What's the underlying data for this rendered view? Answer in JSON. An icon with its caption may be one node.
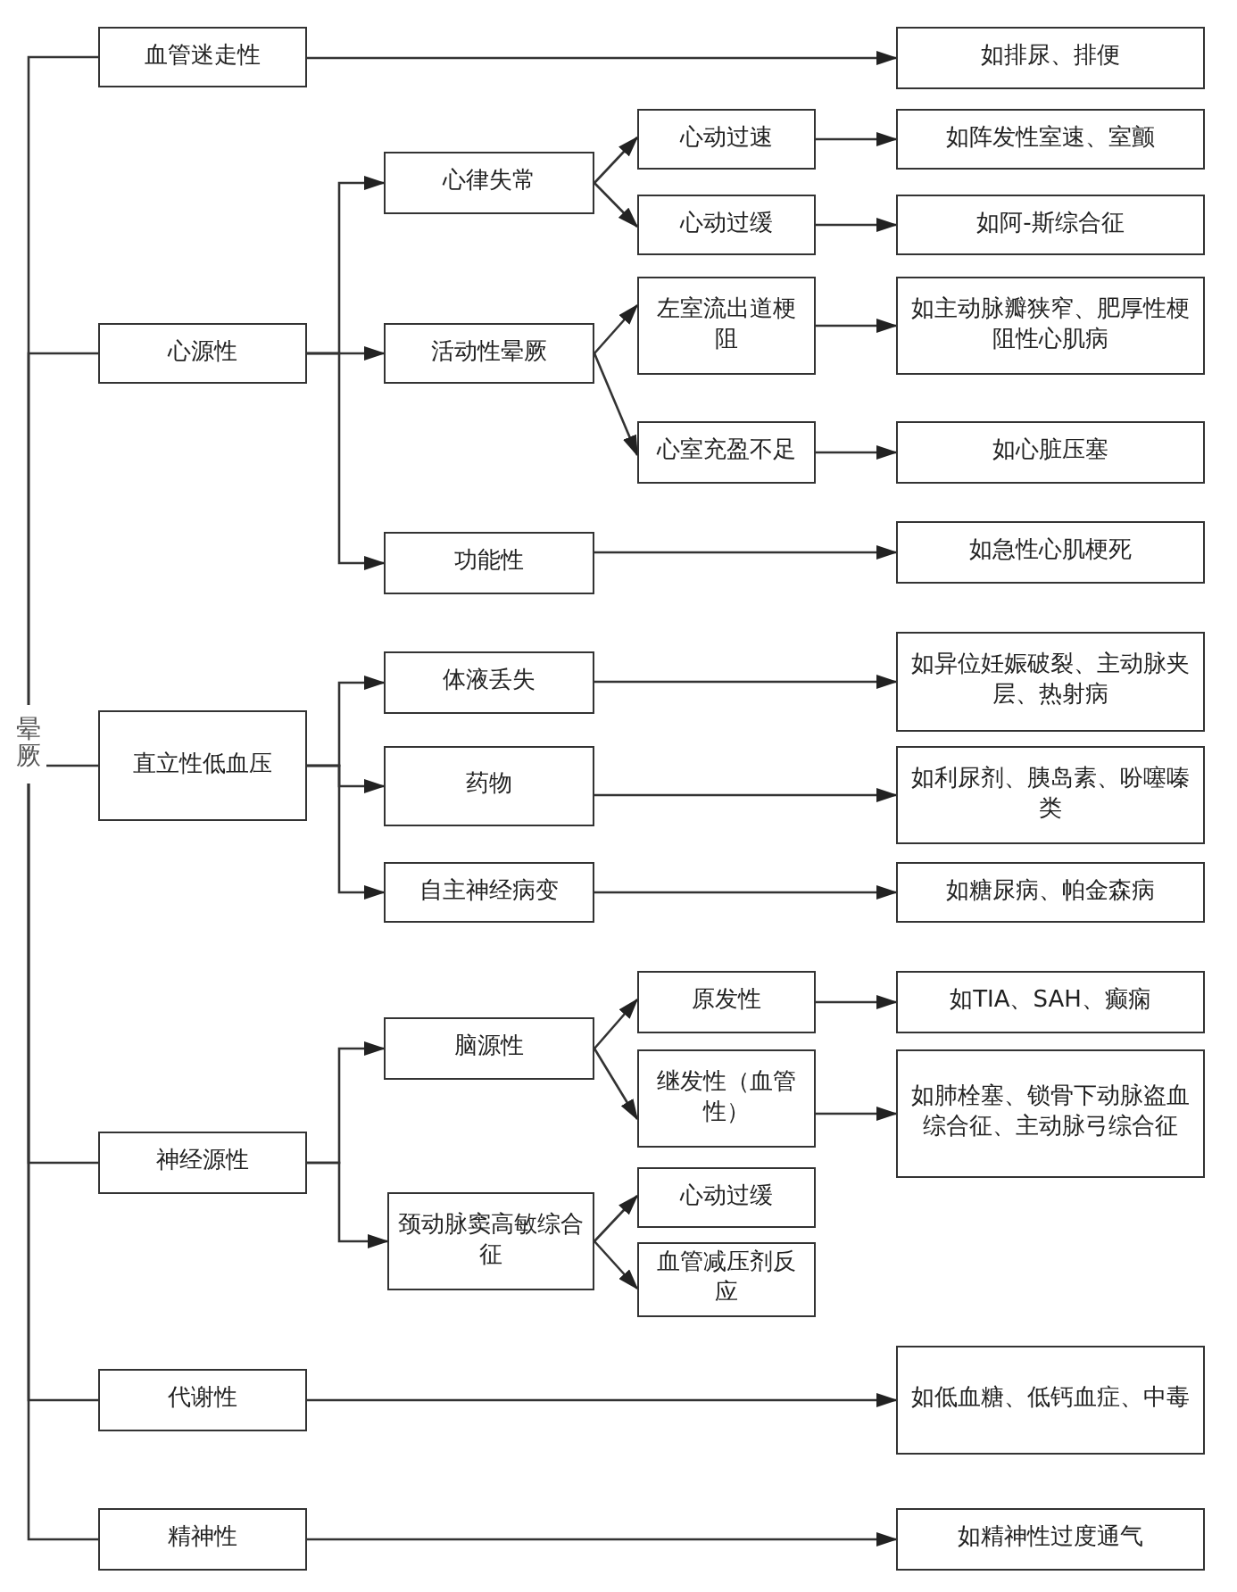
{
  "diagram": {
    "nodes": [
      {
        "text": [
          "晕厥"
        ]
      },
      {
        "text": [
          "血管迷走性"
        ]
      },
      {
        "text": [
          "如排尿、排便"
        ]
      },
      {
        "text": [
          "心源性"
        ]
      },
      {
        "text": [
          "心律失常"
        ]
      },
      {
        "text": [
          "心动过速"
        ]
      },
      {
        "text": [
          "如阵发性室速、室颤"
        ]
      },
      {
        "text": [
          "心动过缓"
        ]
      },
      {
        "text": [
          "如阿-斯综合征"
        ]
      },
      {
        "text": [
          "活动性晕厥"
        ]
      },
      {
        "text": [
          "左室流出道梗阻"
        ]
      },
      {
        "text": [
          "如主动脉瓣狭窄、肥厚性梗阻性心肌病"
        ]
      },
      {
        "text": [
          "心室充盈不足"
        ]
      },
      {
        "text": [
          "如心脏压塞"
        ]
      },
      {
        "text": [
          "功能性"
        ]
      },
      {
        "text": [
          "如急性心肌梗死"
        ]
      },
      {
        "text": [
          "直立性低血压"
        ]
      },
      {
        "text": [
          "体液丢失"
        ]
      },
      {
        "text": [
          "如异位妊娠破裂、主动脉夹层、热射病"
        ]
      },
      {
        "text": [
          "药物"
        ]
      },
      {
        "text": [
          "如利尿剂、胰岛素、吩噻嗪类"
        ]
      },
      {
        "text": [
          "自主神经病变"
        ]
      },
      {
        "text": [
          "如糖尿病、帕金森病"
        ]
      },
      {
        "text": [
          "神经源性"
        ]
      },
      {
        "text": [
          "脑源性"
        ]
      },
      {
        "text": [
          "原发性"
        ]
      },
      {
        "text": [
          "如TIA、SAH、癫痫"
        ]
      },
      {
        "text": [
          "继发性（血管性）"
        ]
      },
      {
        "text": [
          "如肺栓塞、锁骨下动脉盗血综合征、主动脉弓综合征"
        ]
      },
      {
        "text": [
          "颈动脉窦高敏综合征"
        ]
      },
      {
        "text": [
          "心动过缓"
        ]
      },
      {
        "text": [
          "血管减压剂反应"
        ]
      },
      {
        "text": [
          "代谢性"
        ]
      },
      {
        "text": [
          "如低血糖、低钙血症、中毒"
        ]
      },
      {
        "text": [
          "精神性"
        ]
      },
      {
        "text": [
          "如精神性过度通气"
        ]
      }
    ],
    "edges": [
      {
        "from": 0,
        "to": 1,
        "arrow": "none"
      },
      {
        "from": 0,
        "to": 3,
        "arrow": "none"
      },
      {
        "from": 0,
        "to": 16,
        "arrow": "none"
      },
      {
        "from": 0,
        "to": 23,
        "arrow": "none"
      },
      {
        "from": 0,
        "to": 32,
        "arrow": "none"
      },
      {
        "from": 0,
        "to": 34,
        "arrow": "none"
      },
      {
        "from": 1,
        "to": 2,
        "arrow": "to"
      },
      {
        "from": 3,
        "to": 4,
        "arrow": "to"
      },
      {
        "from": 3,
        "to": 9,
        "arrow": "to"
      },
      {
        "from": 3,
        "to": 14,
        "arrow": "to"
      },
      {
        "from": 4,
        "to": 5,
        "arrow": "to"
      },
      {
        "from": 4,
        "to": 7,
        "arrow": "to"
      },
      {
        "from": 5,
        "to": 6,
        "arrow": "to"
      },
      {
        "from": 7,
        "to": 8,
        "arrow": "to"
      },
      {
        "from": 9,
        "to": 10,
        "arrow": "to"
      },
      {
        "from": 9,
        "to": 12,
        "arrow": "to"
      },
      {
        "from": 10,
        "to": 11,
        "arrow": "to"
      },
      {
        "from": 12,
        "to": 13,
        "arrow": "to"
      },
      {
        "from": 14,
        "to": 15,
        "arrow": "to"
      },
      {
        "from": 16,
        "to": 17,
        "arrow": "to"
      },
      {
        "from": 16,
        "to": 19,
        "arrow": "to"
      },
      {
        "from": 16,
        "to": 21,
        "arrow": "to"
      },
      {
        "from": 17,
        "to": 18,
        "arrow": "to"
      },
      {
        "from": 19,
        "to": 20,
        "arrow": "to"
      },
      {
        "from": 21,
        "to": 22,
        "arrow": "to"
      },
      {
        "from": 23,
        "to": 24,
        "arrow": "to"
      },
      {
        "from": 23,
        "to": 29,
        "arrow": "to"
      },
      {
        "from": 24,
        "to": 25,
        "arrow": "to"
      },
      {
        "from": 24,
        "to": 27,
        "arrow": "to"
      },
      {
        "from": 25,
        "to": 26,
        "arrow": "to"
      },
      {
        "from": 27,
        "to": 28,
        "arrow": "to"
      },
      {
        "from": 29,
        "to": 30,
        "arrow": "to"
      },
      {
        "from": 29,
        "to": 31,
        "arrow": "to"
      },
      {
        "from": 32,
        "to": 33,
        "arrow": "to"
      },
      {
        "from": 34,
        "to": 35,
        "arrow": "to"
      }
    ]
  }
}
